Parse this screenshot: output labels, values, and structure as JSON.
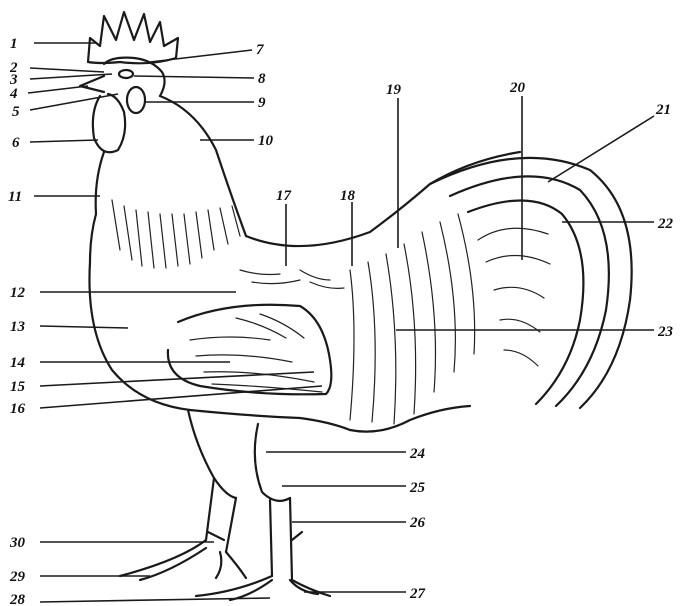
{
  "diagram": {
    "labels": [
      "1",
      "2",
      "3",
      "4",
      "5",
      "6",
      "7",
      "8",
      "9",
      "10",
      "11",
      "12",
      "13",
      "14",
      "15",
      "16",
      "17",
      "18",
      "19",
      "20",
      "21",
      "22",
      "23",
      "24",
      "25",
      "26",
      "27",
      "28",
      "29",
      "30"
    ]
  },
  "colors": {
    "ink": "#1a1a1a",
    "background": "#ffffff"
  }
}
